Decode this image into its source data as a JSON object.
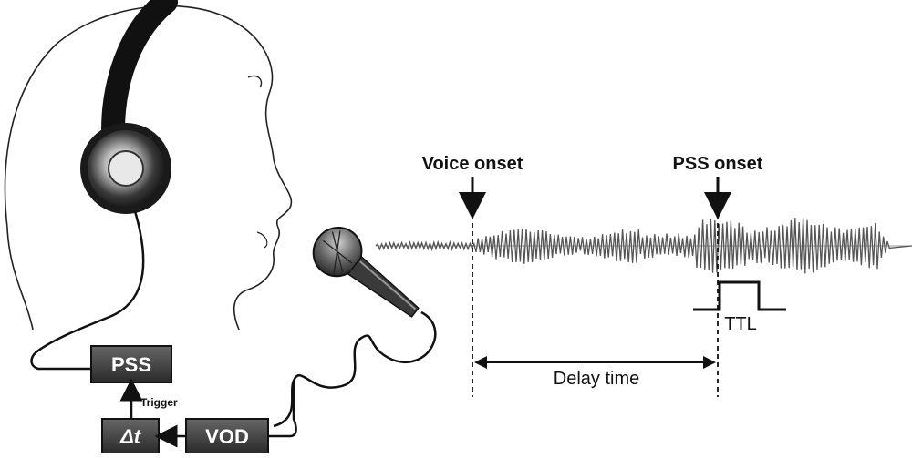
{
  "labels": {
    "voice_onset": "Voice onset",
    "pss_onset": "PSS onset",
    "ttl": "TTL",
    "delay_time": "Delay time",
    "pss": "PSS",
    "trigger": "Trigger",
    "delta_t": "Δt",
    "vod": "VOD"
  },
  "icons": {
    "head": "head-silhouette-icon",
    "headphones": "headphones-icon",
    "microphone": "microphone-icon"
  },
  "colors": {
    "box_fill": "#444444",
    "line": "#111111",
    "waveform": "#555555"
  }
}
